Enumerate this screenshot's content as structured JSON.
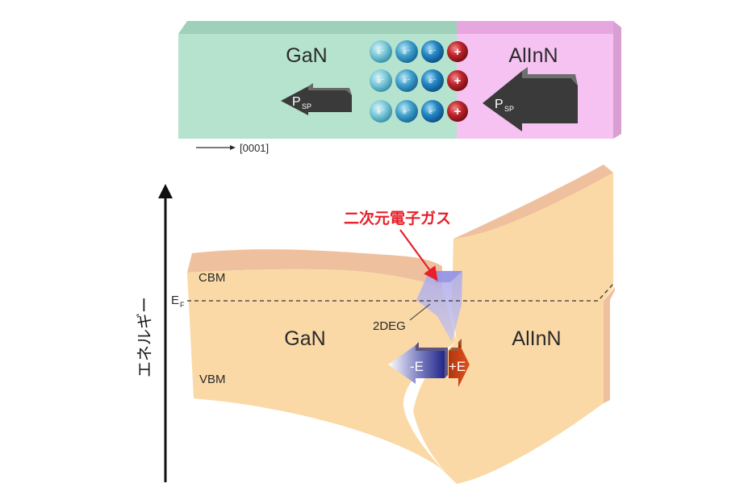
{
  "top_panel": {
    "left_material": "GaN",
    "right_material": "AlInN",
    "left_polarization": {
      "main": "P",
      "sub": "SP"
    },
    "right_polarization": {
      "main": "P",
      "sub": "SP"
    },
    "electron_symbol": "e⁻",
    "positive_symbol": "+",
    "direction_label": "[0001]",
    "colors": {
      "gan": "#b6e3ce",
      "alinn": "#f5c2f1"
    }
  },
  "band_diagram": {
    "y_axis_label": "エネルギー",
    "cbm_label": "CBM",
    "fermi_label": {
      "main": "E",
      "sub": "F"
    },
    "vbm_label": "VBM",
    "gan_label": "GaN",
    "alinn_label": "AlInN",
    "twodeg_label": "2DEG",
    "annotation": "二次元電子ガス",
    "neg_field": "-E",
    "pos_field": "+E",
    "colors": {
      "band": "#fad9a6",
      "band_top": "#f1c3a0",
      "annotation": "#e8202a"
    }
  }
}
